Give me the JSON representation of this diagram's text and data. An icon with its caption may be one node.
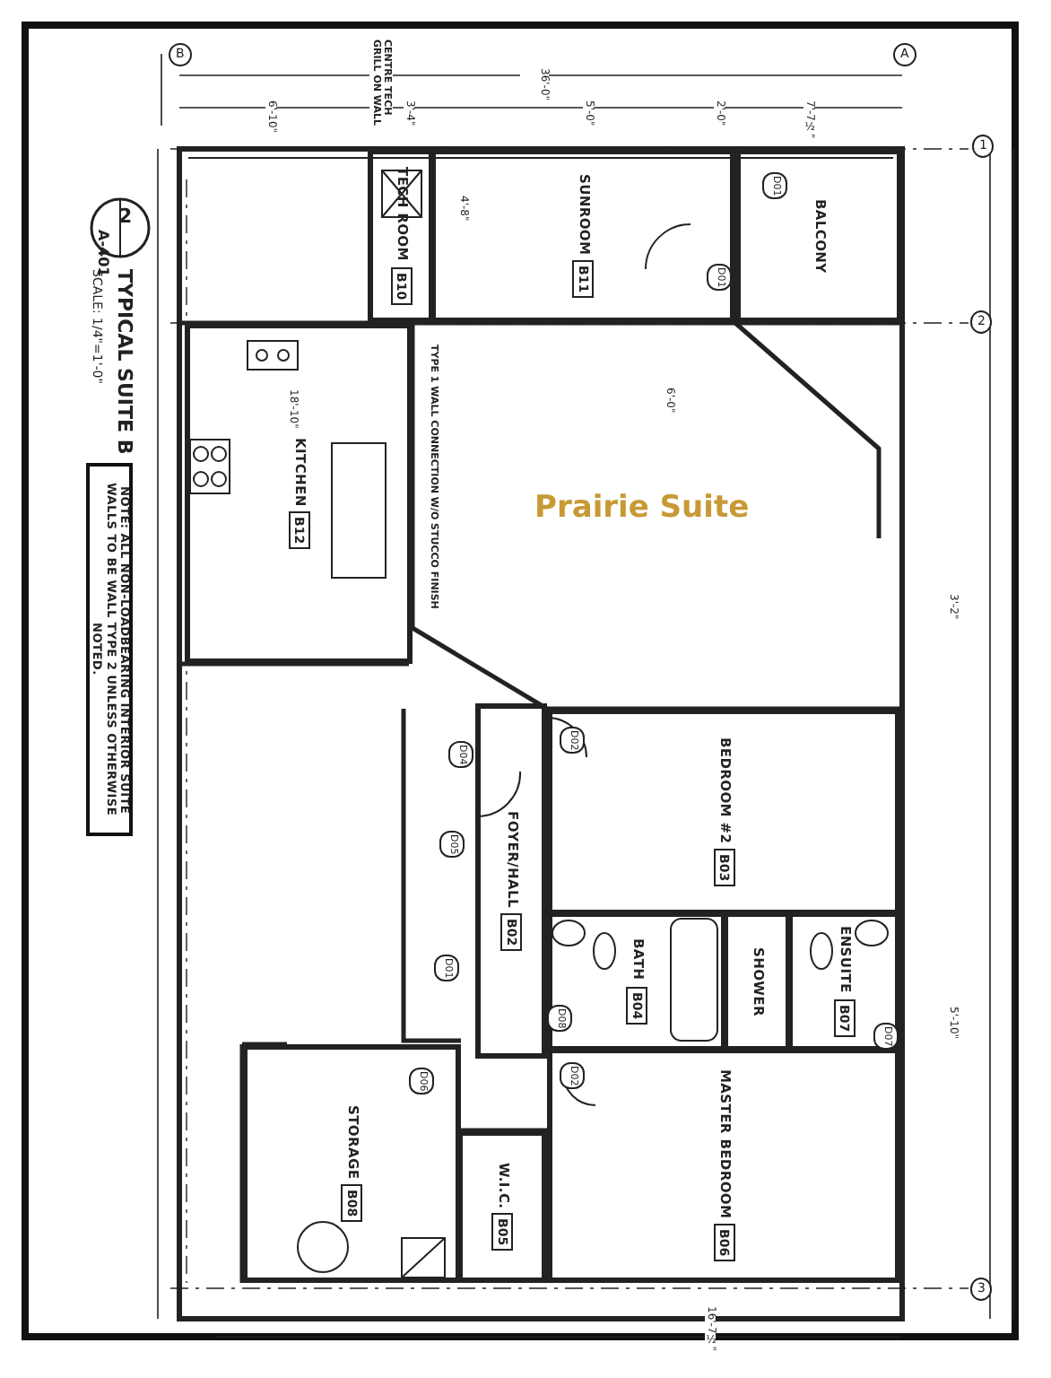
{
  "diagram": {
    "nodes": [
      {
        "text": [
          "NOTE: ALL NON-LOADBEARING INTERIOR SUITE WALLS TO BE WALL TYPE 2 UNLESS OTHERWISE NOTED."
        ]
      },
      {
        "text": [
          "TECH ROOM",
          "B10"
        ]
      },
      {
        "text": [
          "SUNROOM",
          "B11"
        ]
      },
      {
        "text": [
          "BALCONY"
        ]
      },
      {
        "text": [
          "KITCHEN",
          "B12"
        ]
      },
      {
        "text": [
          "FOYER/HALL",
          "B02"
        ]
      },
      {
        "text": [
          "BEDROOM #2",
          "B03"
        ]
      },
      {
        "text": [
          "BATH",
          "B04"
        ]
      },
      {
        "text": [
          "SHOWER"
        ]
      },
      {
        "text": [
          "ENSUITE",
          "B07"
        ]
      },
      {
        "text": [
          "MASTER BEDROOM",
          "B06"
        ]
      },
      {
        "text": [
          "STORAGE",
          "B08"
        ]
      },
      {
        "text": [
          "W.I.C.",
          "B05"
        ]
      }
    ],
    "labels": [
      "2",
      "A-401",
      "TYPICAL SUITE B",
      "SCALE: 1/4\"=1'-0\"",
      "Prairie Suite",
      "TYPE 1 WALL CONNECTION W/O STUCCO FINISH",
      "CENTRE TECH GRILL ON WALL",
      "B",
      "A",
      "1",
      "2",
      "3",
      "36'-0\"",
      "6'-10\"",
      "3'-4\"",
      "5'-0\"",
      "2'-0\"",
      "7'-7½\"",
      "18'-10\"",
      "4'-8\"",
      "6'-0\"",
      "16'-7½\"",
      "5'-10\"",
      "3'-2\"",
      "D01",
      "D01",
      "D04",
      "D05",
      "D01",
      "D06",
      "D02",
      "D08",
      "D02",
      "D07"
    ]
  }
}
